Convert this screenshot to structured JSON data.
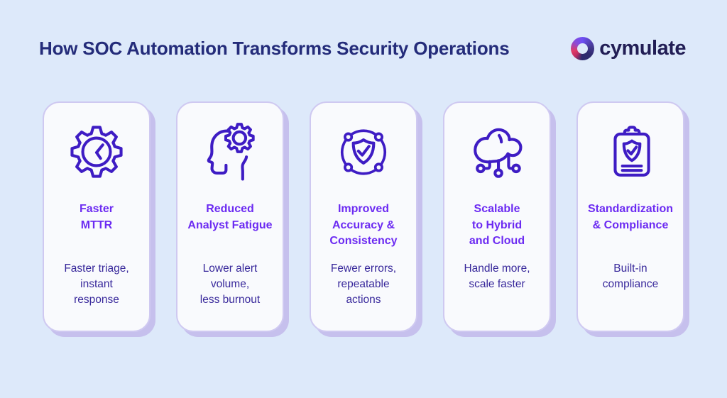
{
  "header": {
    "title": "How SOC Automation Transforms Security Operations"
  },
  "brand": {
    "name": "cymulate",
    "logo_icon": "ring-logo-icon"
  },
  "colors": {
    "page_bg": "#dde9fa",
    "card_bg": "#f9fafd",
    "card_border": "#cfc9f1",
    "card_shadow": "#c6c0ed",
    "heading_text": "#242c7a",
    "card_title_text": "#6c2bf2",
    "card_body_text": "#38289b",
    "icon_stroke": "#3e1cc4",
    "logo_text": "#221e55",
    "logo_violet": "#6d4ef5",
    "logo_navy": "#2e2a6e",
    "logo_pink": "#e03a66"
  },
  "cards": [
    {
      "id": "faster-mttr",
      "icon": "gear-clock-icon",
      "title": "Faster\nMTTR",
      "body": "Faster triage,\ninstant\nresponse"
    },
    {
      "id": "reduced-analyst-fatigue",
      "icon": "head-gear-icon",
      "title": "Reduced\nAnalyst Fatigue",
      "body": "Lower alert\nvolume,\nless burnout"
    },
    {
      "id": "improved-accuracy-consistency",
      "icon": "shield-check-network-icon",
      "title": "Improved\nAccuracy &\nConsistency",
      "body": "Fewer errors,\nrepeatable\nactions"
    },
    {
      "id": "scalable-hybrid-cloud",
      "icon": "cloud-network-icon",
      "title": "Scalable\nto Hybrid\nand Cloud",
      "body": "Handle more,\nscale faster"
    },
    {
      "id": "standardization-compliance",
      "icon": "clipboard-shield-icon",
      "title": "Standardization\n& Compliance",
      "body": "Built-in\ncompliance"
    }
  ]
}
